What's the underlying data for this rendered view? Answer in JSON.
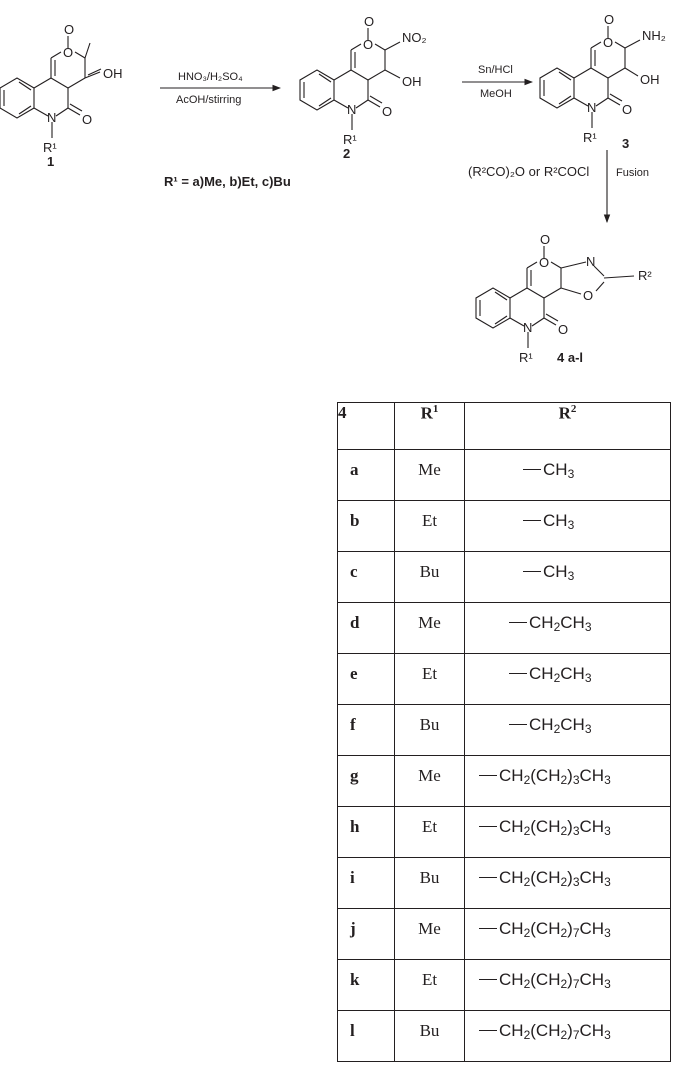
{
  "scheme": {
    "compound_labels": [
      "1",
      "2",
      "3",
      "4 a-l"
    ],
    "r1_note": "R¹ = a)Me, b)Et, c)Bu",
    "step1": {
      "reagent": "HNO₃/H₂SO₄",
      "conditions": "AcOH/stirring"
    },
    "step2": {
      "reagent": "Sn/HCl",
      "conditions": "MeOH"
    },
    "step3": {
      "reagent": "(R²CO)₂O or R²COCl",
      "conditions": "Fusion"
    },
    "atoms": {
      "oxygen": "O",
      "nitrogen": "N",
      "hydroxyl": "OH",
      "nitro": "NO₂",
      "amino": "NH₂",
      "r1": "R¹",
      "r2": "R²"
    }
  },
  "table": {
    "headers": [
      "4",
      "R1",
      "R2"
    ],
    "rows": [
      {
        "id": "a",
        "r1": "Me",
        "r2": "CH3"
      },
      {
        "id": "b",
        "r1": "Et",
        "r2": "CH3"
      },
      {
        "id": "c",
        "r1": "Bu",
        "r2": "CH3"
      },
      {
        "id": "d",
        "r1": "Me",
        "r2": "CH2CH3"
      },
      {
        "id": "e",
        "r1": "Et",
        "r2": "CH2CH3"
      },
      {
        "id": "f",
        "r1": "Bu",
        "r2": "CH2CH3"
      },
      {
        "id": "g",
        "r1": "Me",
        "r2": "CH2(CH2)3CH3"
      },
      {
        "id": "h",
        "r1": "Et",
        "r2": "CH2(CH2)3CH3"
      },
      {
        "id": "i",
        "r1": "Bu",
        "r2": "CH2(CH2)3CH3"
      },
      {
        "id": "j",
        "r1": "Me",
        "r2": "CH2(CH2)7CH3"
      },
      {
        "id": "k",
        "r1": "Et",
        "r2": "CH2(CH2)7CH3"
      },
      {
        "id": "l",
        "r1": "Bu",
        "r2": "CH2(CH2)7CH3"
      }
    ]
  }
}
